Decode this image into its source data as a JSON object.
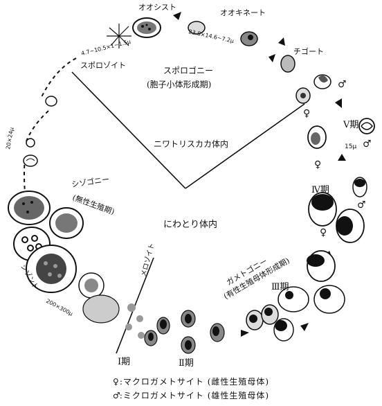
{
  "top_labels": {
    "oocyst": "オオシスト",
    "ookinete": "オオキネート",
    "zygote": "チゴート",
    "sporozoite": "スポロゾイト",
    "sporogony_title": "スポロゴニー",
    "sporogony_sub": "(胞子小体形成期)",
    "mosquito_host": "ニワトリスカカ体内",
    "chicken_host": "にわとり体内",
    "stage_v": "Ⅴ期",
    "stage_iv": "Ⅳ期",
    "stage_iii": "Ⅲ期",
    "stage_ii": "Ⅱ期",
    "stage_i": "Ⅰ期",
    "schizogony_title": "シゾゴニー",
    "schizogony_sub": "(無性生殖期)",
    "gametogony_title": "ガメトゴニー",
    "gametogony_sub": "(有性生殖母体形成期)",
    "schizont": "シゾント",
    "merozoite": "メロゾイト",
    "size_sporozoite": "4.7~10.5×1~1.5μ",
    "size_ookinete": "23.8×14.6~7.2μ",
    "size_small": "20×24μ",
    "size_stage_v": "15μ",
    "size_schizont": "200×300μ"
  },
  "legend": {
    "macro": ":マクロガメトサイト (雌性生殖母体)",
    "micro": ":ミクロガメトサイト (雄性生殖母体)",
    "female_symbol": "♀",
    "male_symbol": "♂"
  }
}
